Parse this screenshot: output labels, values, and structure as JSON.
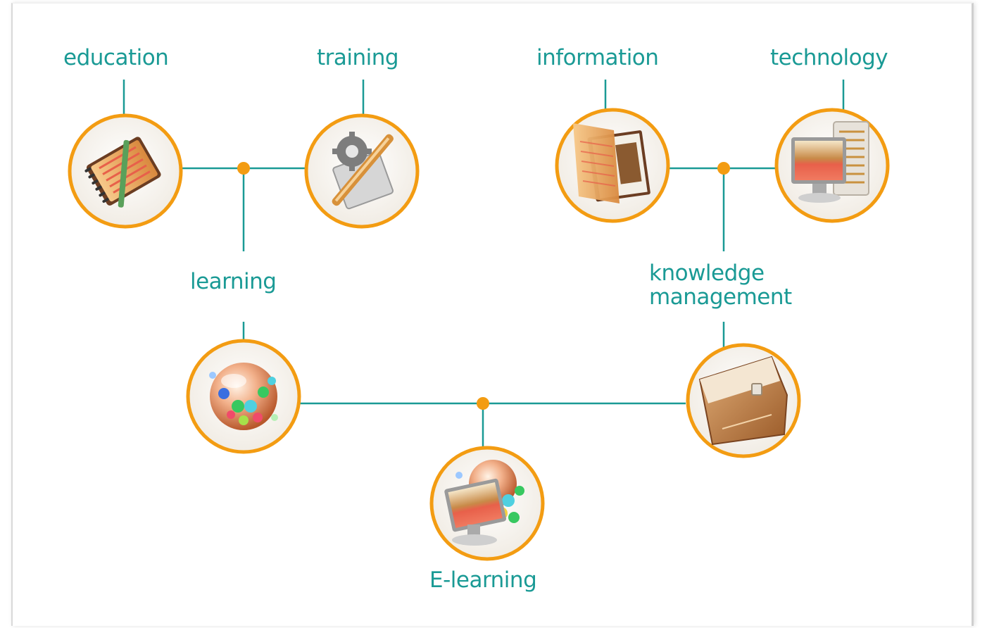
{
  "colors": {
    "teal": "#1a9a95",
    "orange": "#f39c12",
    "icon_brown": "#b7783a",
    "icon_red": "#e8604a"
  },
  "nodes": {
    "education": {
      "label": "education",
      "icon": "notebook-pen-icon"
    },
    "training": {
      "label": "training",
      "icon": "gear-pen-icon"
    },
    "information": {
      "label": "information",
      "icon": "books-icon"
    },
    "technology": {
      "label": "technology",
      "icon": "computer-server-icon"
    },
    "learning": {
      "label": "learning",
      "icon": "molecule-sphere-icon"
    },
    "knowledge_management": {
      "label_line1": "knowledge",
      "label_line2": "management",
      "icon": "briefcase-icon"
    },
    "elearning": {
      "label": "E-learning",
      "icon": "computer-sphere-icon"
    }
  }
}
